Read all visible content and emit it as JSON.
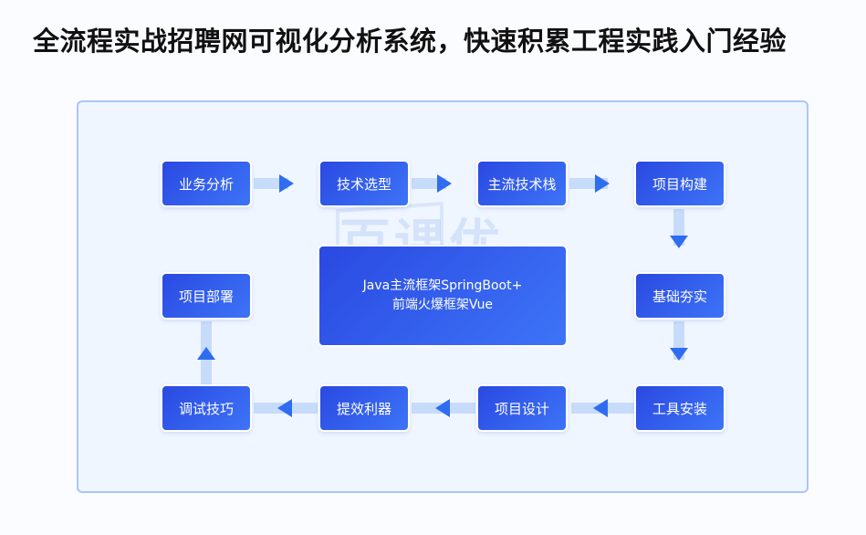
{
  "title": "全流程实战招聘网可视化分析系统，快速积累工程实践入门经验",
  "watermark": "百课优",
  "nodes": {
    "business_analysis": "业务分析",
    "tech_selection": "技术选型",
    "mainstream_stack": "主流技术栈",
    "project_build": "项目构建",
    "foundation": "基础夯实",
    "tool_install": "工具安装",
    "project_design": "项目设计",
    "efficiency_tools": "提效利器",
    "debug_skills": "调试技巧",
    "project_deploy": "项目部署"
  },
  "center": {
    "line1": "Java主流框架SpringBoot+",
    "line2": "前端火爆框架Vue"
  },
  "colors": {
    "node_blue": "#2f5bec",
    "arrow_head": "#2f6df0",
    "arrow_shaft": "#c7dbfb",
    "panel_border": "#a9c7f4",
    "panel_bg": "#f0f6ff"
  }
}
